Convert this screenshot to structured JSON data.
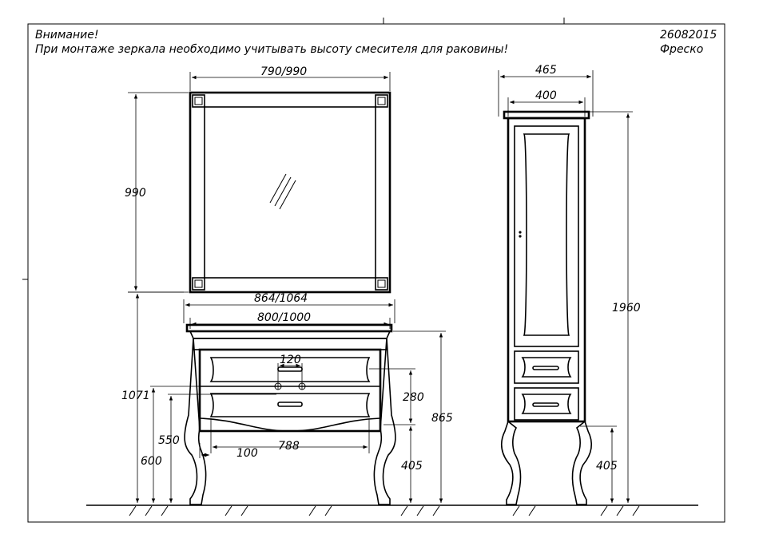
{
  "notes": {
    "warning_title": "Внимание!",
    "warning_text": "При монтаже зеркала необходимо учитывать высоту смесителя для раковины!",
    "code": "26082015",
    "series": "Фреско"
  },
  "dimensions": {
    "mirror_width": "790/990",
    "mirror_height": "990",
    "top_width": "864/1064",
    "body_width": "800/1000",
    "sink_holes": "120",
    "drawer_height": "280",
    "total_height_left": "1071",
    "vanity_height": "865",
    "leg_height": "405",
    "height_550": "550",
    "height_600": "600",
    "offset_100": "100",
    "width_788": "788",
    "pencil_width_outer": "465",
    "pencil_width_inner": "400",
    "pencil_height": "1960",
    "pencil_leg_height": "405"
  }
}
